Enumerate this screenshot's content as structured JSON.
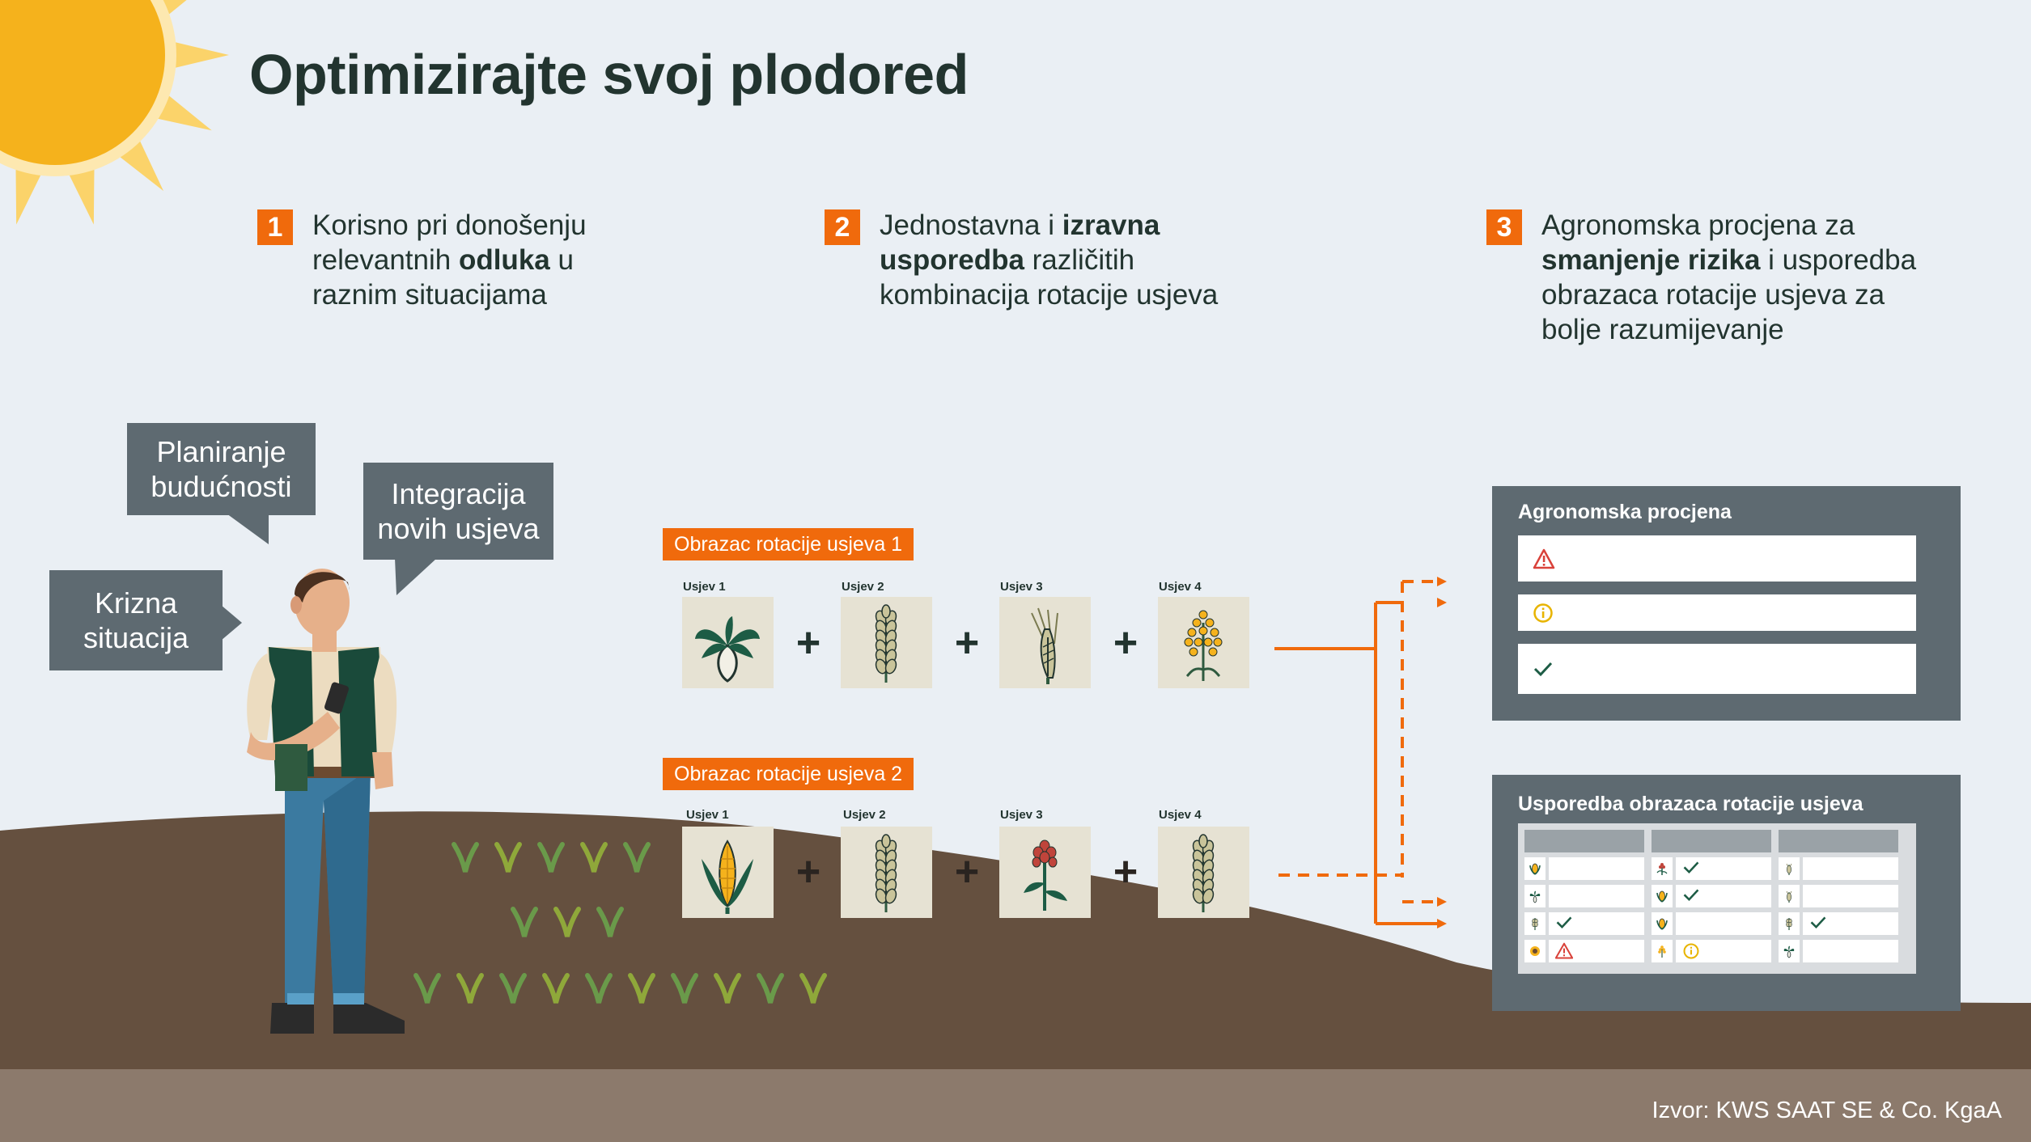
{
  "title": "Optimizirajte svoj plodored",
  "points": [
    {
      "num": "1",
      "parts": [
        {
          "t": "Korisno pri donošenju relevantnih ",
          "b": false
        },
        {
          "t": "odluka",
          "b": true
        },
        {
          "t": " u raznim situacijama",
          "b": false
        }
      ]
    },
    {
      "num": "2",
      "parts": [
        {
          "t": "Jednostavna i ",
          "b": false
        },
        {
          "t": "izravna usporedba",
          "b": true
        },
        {
          "t": " različitih kombinacija rotacije usjeva",
          "b": false
        }
      ]
    },
    {
      "num": "3",
      "parts": [
        {
          "t": "Agronomska procjena za ",
          "b": false
        },
        {
          "t": "smanjenje rizika",
          "b": true
        },
        {
          "t": " i usporedba obrazaca rotacije usjeva za bolje razumijevanje",
          "b": false
        }
      ]
    }
  ],
  "bubbles": {
    "planning": "Planiranje budućnosti",
    "integration": "Integracija novih usjeva",
    "crisis": "Krizna situacija"
  },
  "rotations": [
    {
      "label": "Obrazac rotacije usjeva 1",
      "crops": [
        {
          "label": "Usjev 1",
          "icon": "sugar-beet-icon"
        },
        {
          "label": "Usjev 2",
          "icon": "wheat-icon"
        },
        {
          "label": "Usjev 3",
          "icon": "barley-icon"
        },
        {
          "label": "Usjev 4",
          "icon": "rapeseed-icon"
        }
      ]
    },
    {
      "label": "Obrazac rotacije usjeva 2",
      "crops": [
        {
          "label": "Usjev 1",
          "icon": "corn-icon"
        },
        {
          "label": "Usjev 2",
          "icon": "wheat-icon"
        },
        {
          "label": "Usjev 3",
          "icon": "sorghum-icon"
        },
        {
          "label": "Usjev 4",
          "icon": "wheat-icon"
        }
      ]
    }
  ],
  "plus_sign": "+",
  "assessment": {
    "title": "Agronomska procjena",
    "rows": [
      {
        "icon": "warning-icon",
        "color": "#d9423a"
      },
      {
        "icon": "info-icon",
        "color": "#e8b400"
      },
      {
        "icon": "check-icon",
        "color": "#1d5c45"
      }
    ]
  },
  "comparison": {
    "title": "Usporedba obrazaca rotacije usjeva",
    "columns": [
      [
        {
          "crop": "corn-icon",
          "status": ""
        },
        {
          "crop": "sugar-beet-icon",
          "status": ""
        },
        {
          "crop": "wheat-icon",
          "status": "check-icon"
        },
        {
          "crop": "sunflower-icon",
          "status": "warning-icon"
        }
      ],
      [
        {
          "crop": "sorghum-icon",
          "status": "check-icon"
        },
        {
          "crop": "corn-icon",
          "status": "check-icon"
        },
        {
          "crop": "corn-icon",
          "status": ""
        },
        {
          "crop": "rapeseed-icon",
          "status": "info-icon"
        }
      ],
      [
        {
          "crop": "barley-icon",
          "status": ""
        },
        {
          "crop": "barley-icon",
          "status": ""
        },
        {
          "crop": "wheat-icon",
          "status": "check-icon"
        },
        {
          "crop": "sugar-beet-icon",
          "status": ""
        }
      ]
    ]
  },
  "source": "Izvor: KWS SAAT SE & Co. KgaA"
}
